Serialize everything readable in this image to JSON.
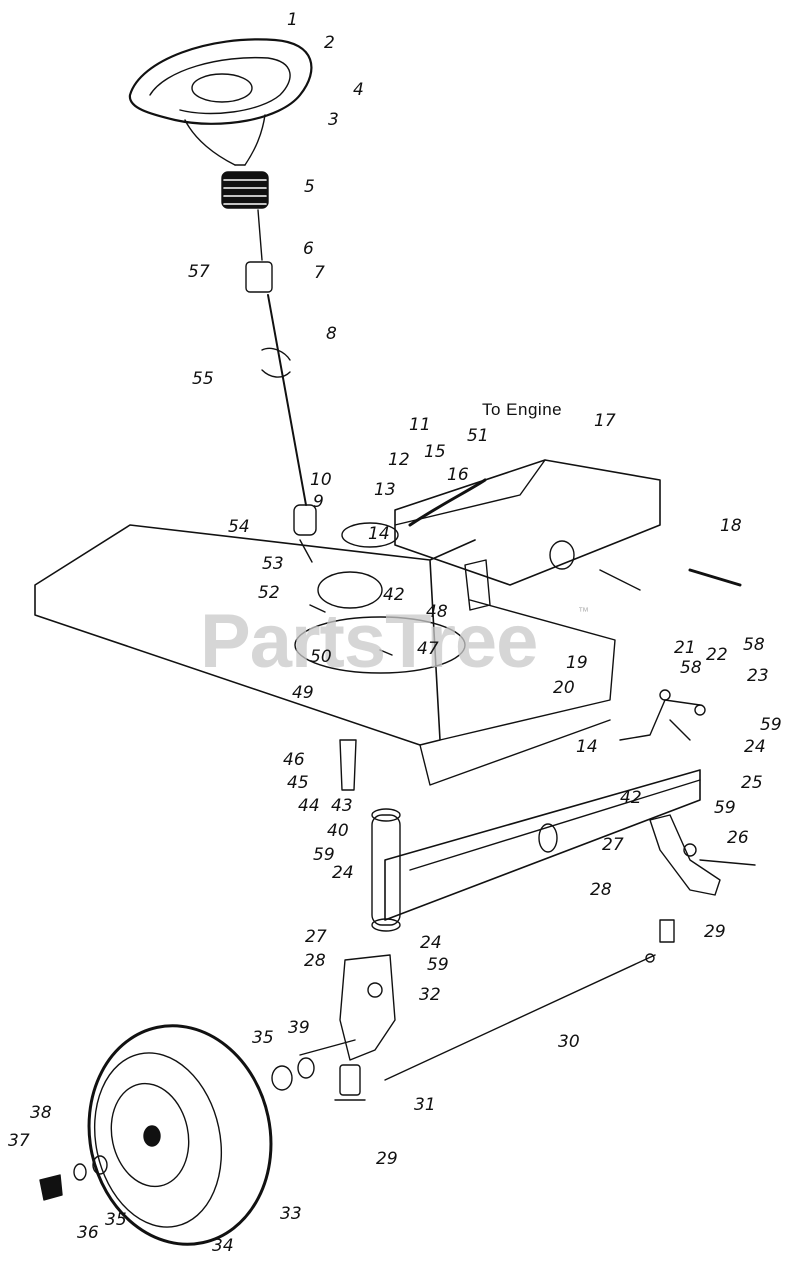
{
  "diagram": {
    "note": "To Engine",
    "watermark": "PartsTree",
    "watermark_tm": "™",
    "callouts": [
      "1",
      "2",
      "4",
      "3",
      "5",
      "6",
      "57",
      "7",
      "8",
      "55",
      "11",
      "51",
      "17",
      "12",
      "15",
      "10",
      "16",
      "13",
      "9",
      "18",
      "54",
      "14",
      "53",
      "52",
      "42",
      "48",
      "58",
      "21",
      "22",
      "23",
      "50",
      "47",
      "19",
      "20",
      "58",
      "59",
      "49",
      "24",
      "46",
      "14",
      "25",
      "45",
      "42",
      "59",
      "44",
      "43",
      "26",
      "40",
      "27",
      "59",
      "24",
      "28",
      "27",
      "24",
      "29",
      "28",
      "59",
      "32",
      "35",
      "39",
      "30",
      "31",
      "38",
      "37",
      "29",
      "33",
      "36",
      "35",
      "34"
    ]
  }
}
